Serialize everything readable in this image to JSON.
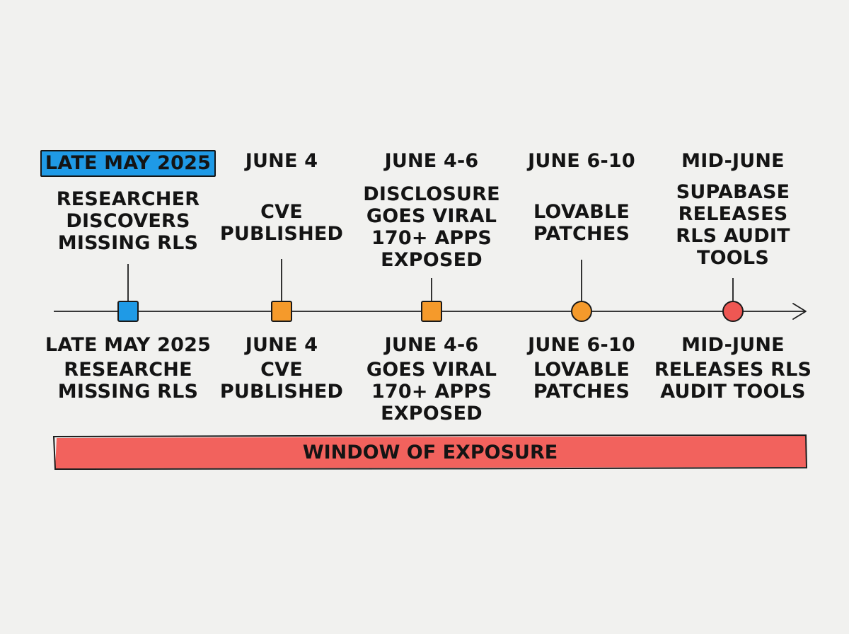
{
  "events": [
    {
      "top_date": "LATE MAY 2025",
      "top_desc": "RESEARCHER\nDISCOVERS\nMISSING RLS",
      "bottom_date": "LATE MAY 2025",
      "bottom_desc": "RESEARCHE\nMISSING RLS",
      "marker": "square",
      "color": "#1f9ae6",
      "highlighted": true
    },
    {
      "top_date": "JUNE 4",
      "top_desc": "CVE\nPUBLISHED",
      "bottom_date": "JUNE 4",
      "bottom_desc": "CVE\nPUBLISHED",
      "marker": "square",
      "color": "#f59a2b",
      "highlighted": false
    },
    {
      "top_date": "JUNE 4-6",
      "top_desc": "DISCLOSURE\nGOES VIRAL\n170+ APPS\nEXPOSED",
      "bottom_date": "JUNE 4-6",
      "bottom_desc": "GOES VIRAL\n170+ APPS\nEXPOSED",
      "marker": "square",
      "color": "#f59a2b",
      "highlighted": false
    },
    {
      "top_date": "JUNE 6-10",
      "top_desc": "LOVABLE\nPATCHES",
      "bottom_date": "JUNE 6-10",
      "bottom_desc": "LOVABLE\nPATCHES",
      "marker": "circle",
      "color": "#f59a2b",
      "highlighted": false
    },
    {
      "top_date": "MID-JUNE",
      "top_desc": "SUPABASE\nRELEASES\nRLS AUDIT\nTOOLS",
      "bottom_date": "MID-JUNE",
      "bottom_desc": "RELEASES RLS\nAUDIT TOOLS",
      "marker": "circle",
      "color": "#ee5753",
      "highlighted": false
    }
  ],
  "window_band": {
    "label": "WINDOW OF EXPOSURE",
    "color": "#f2625d"
  },
  "colors": {
    "background": "#f1f1ef",
    "ink": "#141414"
  }
}
